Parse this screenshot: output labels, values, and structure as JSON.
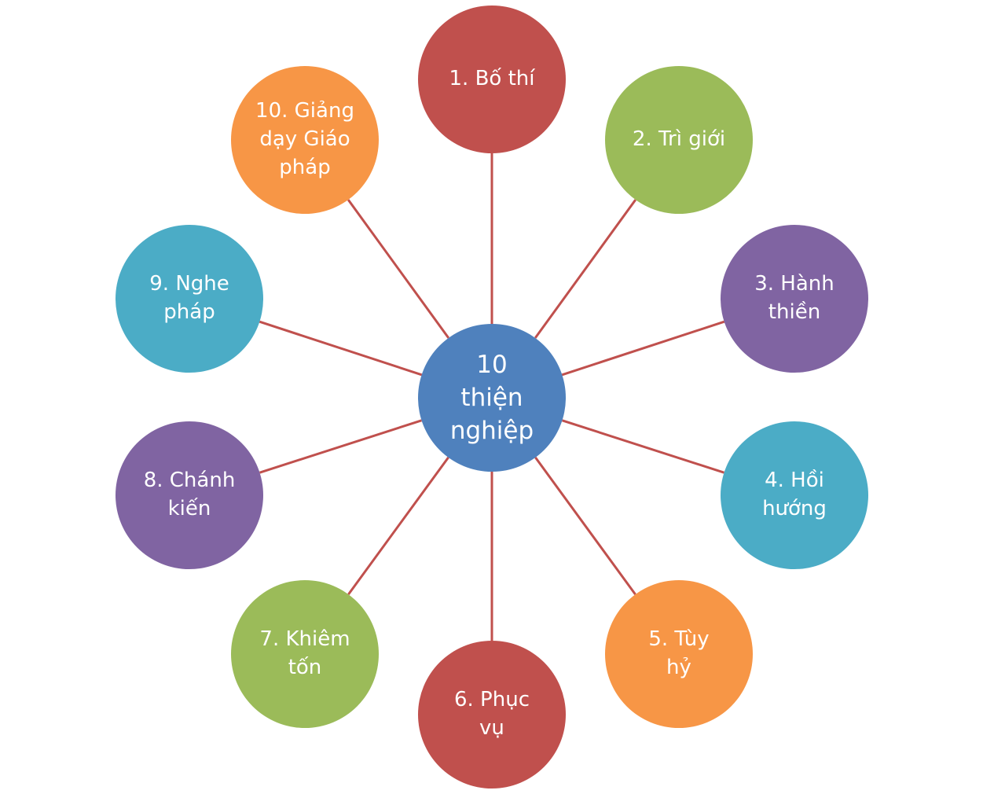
{
  "center": {
    "label": "10\nthiện\nnghiệp",
    "color": "#4f81bd"
  },
  "connector_color": "#c0504d",
  "nodes": [
    {
      "label": "1. Bố thí",
      "color": "#c0504d"
    },
    {
      "label": "2. Trì giới",
      "color": "#9bbb59"
    },
    {
      "label": "3. Hành\nthiền",
      "color": "#8064a2"
    },
    {
      "label": "4. Hồi\nhướng",
      "color": "#4bacc6"
    },
    {
      "label": "5. Tùy\nhỷ",
      "color": "#f79646"
    },
    {
      "label": "6. Phục\nvụ",
      "color": "#c0504d"
    },
    {
      "label": "7. Khiêm\ntốn",
      "color": "#9bbb59"
    },
    {
      "label": "8. Chánh\nkiến",
      "color": "#8064a2"
    },
    {
      "label": "9. Nghe\npháp",
      "color": "#4bacc6"
    },
    {
      "label": "10. Giảng\ndạy Giáo\npháp",
      "color": "#f79646"
    }
  ]
}
